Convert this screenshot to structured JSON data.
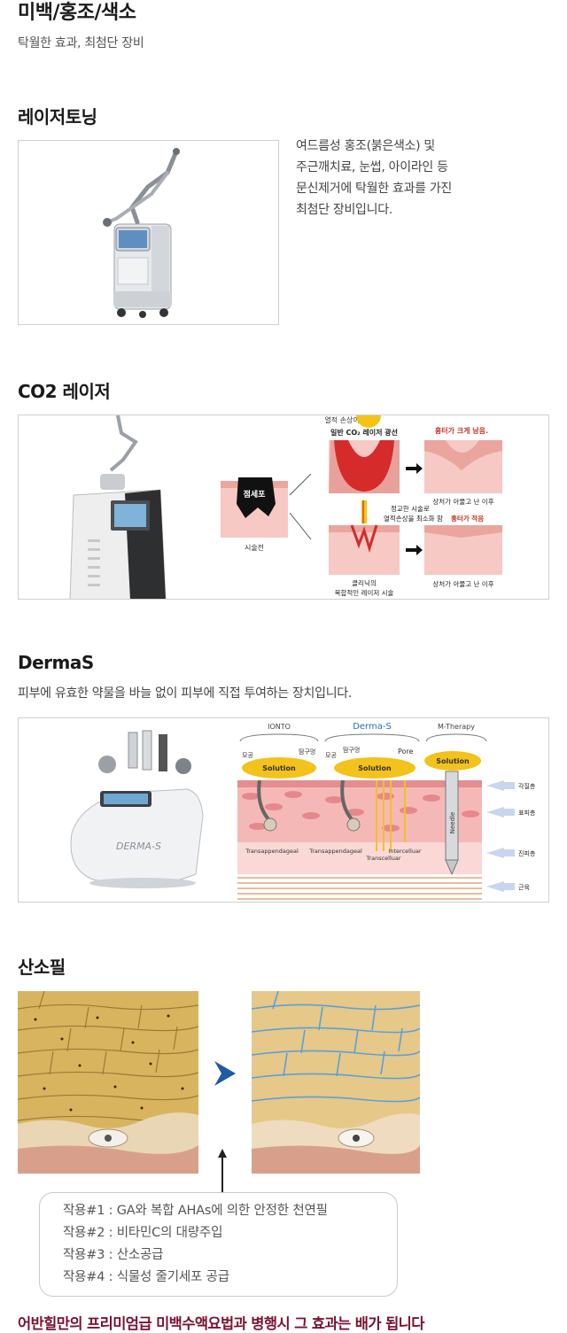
{
  "header": {
    "title": "미백/홍조/색소",
    "subtitle": "탁월한 효과, 최첨단 장비"
  },
  "laser_toning": {
    "title": "레이저토닝",
    "description": [
      "여드름성 홍조(붉은색소) 및",
      "주근깨치료, 눈썹, 아이라인 등",
      "문신제거에 탁월한 효과를 가진",
      "최첨단 장비입니다."
    ]
  },
  "co2": {
    "title": "CO2 레이저",
    "diagram": {
      "top_note": "열적 손상이 큼",
      "general_laser": "일반 CO₂ 레이저 광선",
      "scar_big": "흉터가 크게 남음.",
      "after_heal_1": "상처가 아물고 난 이후",
      "spot_label": "점세포",
      "before_label": "시술전",
      "precise_1": "정교한 시술로",
      "precise_2": "열적손상을 최소화 함",
      "scar_small": "흉터가 적음",
      "clinic_1": "클리닉의",
      "clinic_2": "복합적인 레이저 시술",
      "after_heal_2": "상처가 아물고 난 이후"
    }
  },
  "dermas": {
    "title": "DermaS",
    "description": "피부에 유효한 약물을 바늘 없이 피부에 직접 투여하는 장치입니다.",
    "device_label": "DERMA-S",
    "diagram": {
      "ionto": "IONTO",
      "derma_s": "Derma-S",
      "m_therapy": "M-Therapy",
      "pore1": "모공",
      "sweat1": "땀구멍",
      "pore2": "모공",
      "sweat2": "땀구멍",
      "pore_en": "Pore",
      "solution": "Solution",
      "needle": "Needle",
      "transappendageal_1": "Transappendageal",
      "transappendageal_2": "Transappendageal",
      "intercelluar": "Intercelluar",
      "transcelluar": "Transcelluar",
      "layer_1": "각질층",
      "layer_2": "표피층",
      "layer_3": "진피층",
      "layer_4": "근육"
    }
  },
  "oxygen_peel": {
    "title": "산소필",
    "effects": [
      "작용#1 : GA와 복합 AHAs에 의한 안정한 천연필",
      "작용#2 : 비타민C의 대량주입",
      "작용#3 : 산소공급",
      "작용#4 : 식물성 줄기세포 공급"
    ]
  },
  "footer": {
    "text": "어반힐만의 프리미엄급 미백수액요법과 병행시 그 효과는 배가 됩니다"
  },
  "colors": {
    "heading": "#1a1a1a",
    "footer": "#7a1231",
    "arrow_blue": "#1f5aa6",
    "solution_yellow": "#f3c21b",
    "skin_pink": "#f0a3a8",
    "diagram_orange": "#e06b1c"
  }
}
